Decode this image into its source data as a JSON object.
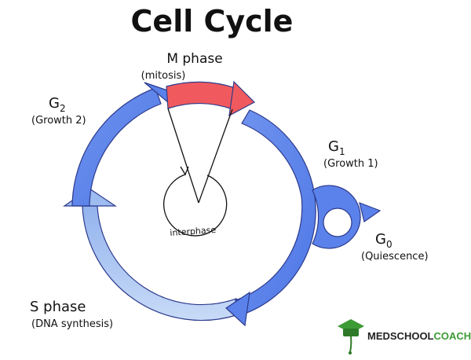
{
  "title": "Cell Cycle",
  "phases": {
    "m": {
      "name": "M phase",
      "desc": "(mitosis)"
    },
    "g2": {
      "name": "G",
      "sub": "2",
      "desc": "(Growth 2)"
    },
    "g1": {
      "name": "G",
      "sub": "1",
      "desc": "(Growth 1)"
    },
    "g0": {
      "name": "G",
      "sub": "0",
      "desc": "(Quiescence)"
    },
    "s": {
      "name": "S phase",
      "desc": "(DNA synthesis)"
    }
  },
  "center_label": "interphase",
  "logo": {
    "text_dark": "MEDSCHOOL",
    "text_green": "COACH",
    "color_green": "#3d9b35"
  },
  "colors": {
    "m_phase": "#f05a5e",
    "g2": "#5b82ea",
    "g1": "#5b82ea",
    "s_phase": "#a9c3f1",
    "outline": "#2c3a8c"
  }
}
